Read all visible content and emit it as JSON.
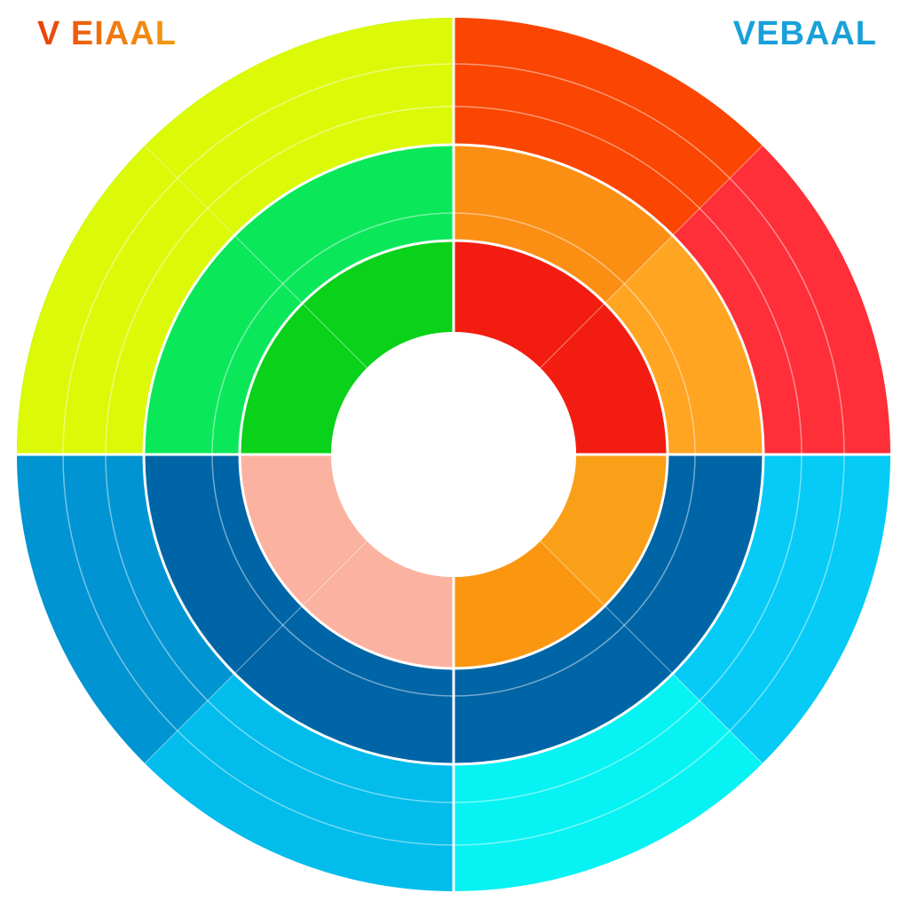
{
  "labels": {
    "top_left": "V EIAAL",
    "top_right": "VEBAAL"
  },
  "chart_data": {
    "type": "sunburst",
    "title": "",
    "legend": "none",
    "rings": [
      {
        "name": "",
        "segments": [
          {
            "value": 45,
            "color": "#f21d10"
          },
          {
            "value": 45,
            "color": "#f21d10"
          },
          {
            "value": 45,
            "color": "#fa9f18"
          },
          {
            "value": 45,
            "color": "#fa9610"
          },
          {
            "value": 45,
            "color": "#fbb2a0"
          },
          {
            "value": 45,
            "color": "#fbb2a0"
          },
          {
            "value": 45,
            "color": "#0ad11a"
          },
          {
            "value": 45,
            "color": "#0ad11a"
          }
        ]
      },
      {
        "name": "",
        "segments": [
          {
            "value": 45,
            "color": "#fb8f14"
          },
          {
            "value": 45,
            "color": "#ffa522"
          },
          {
            "value": 45,
            "color": "#0065a6"
          },
          {
            "value": 45,
            "color": "#0065a6"
          },
          {
            "value": 45,
            "color": "#0065a6"
          },
          {
            "value": 45,
            "color": "#0065a6"
          },
          {
            "value": 45,
            "color": "#0ae85a"
          },
          {
            "value": 45,
            "color": "#0ae85a"
          }
        ]
      },
      {
        "name": "",
        "segments": [
          {
            "value": 45,
            "color": "#fb4502"
          },
          {
            "value": 45,
            "color": "#fe2f38"
          },
          {
            "value": 45,
            "color": "#05cbf6"
          },
          {
            "value": 45,
            "color": "#07f2f2"
          },
          {
            "value": 45,
            "color": "#02bcec"
          },
          {
            "value": 45,
            "color": "#0094d2"
          },
          {
            "value": 45,
            "color": "#04e572"
          },
          {
            "value": 45,
            "color": "#10f250"
          }
        ]
      }
    ],
    "outer_fills": [
      {
        "from_deg": 270,
        "to_deg": 360,
        "color": "#dcf908"
      }
    ]
  }
}
